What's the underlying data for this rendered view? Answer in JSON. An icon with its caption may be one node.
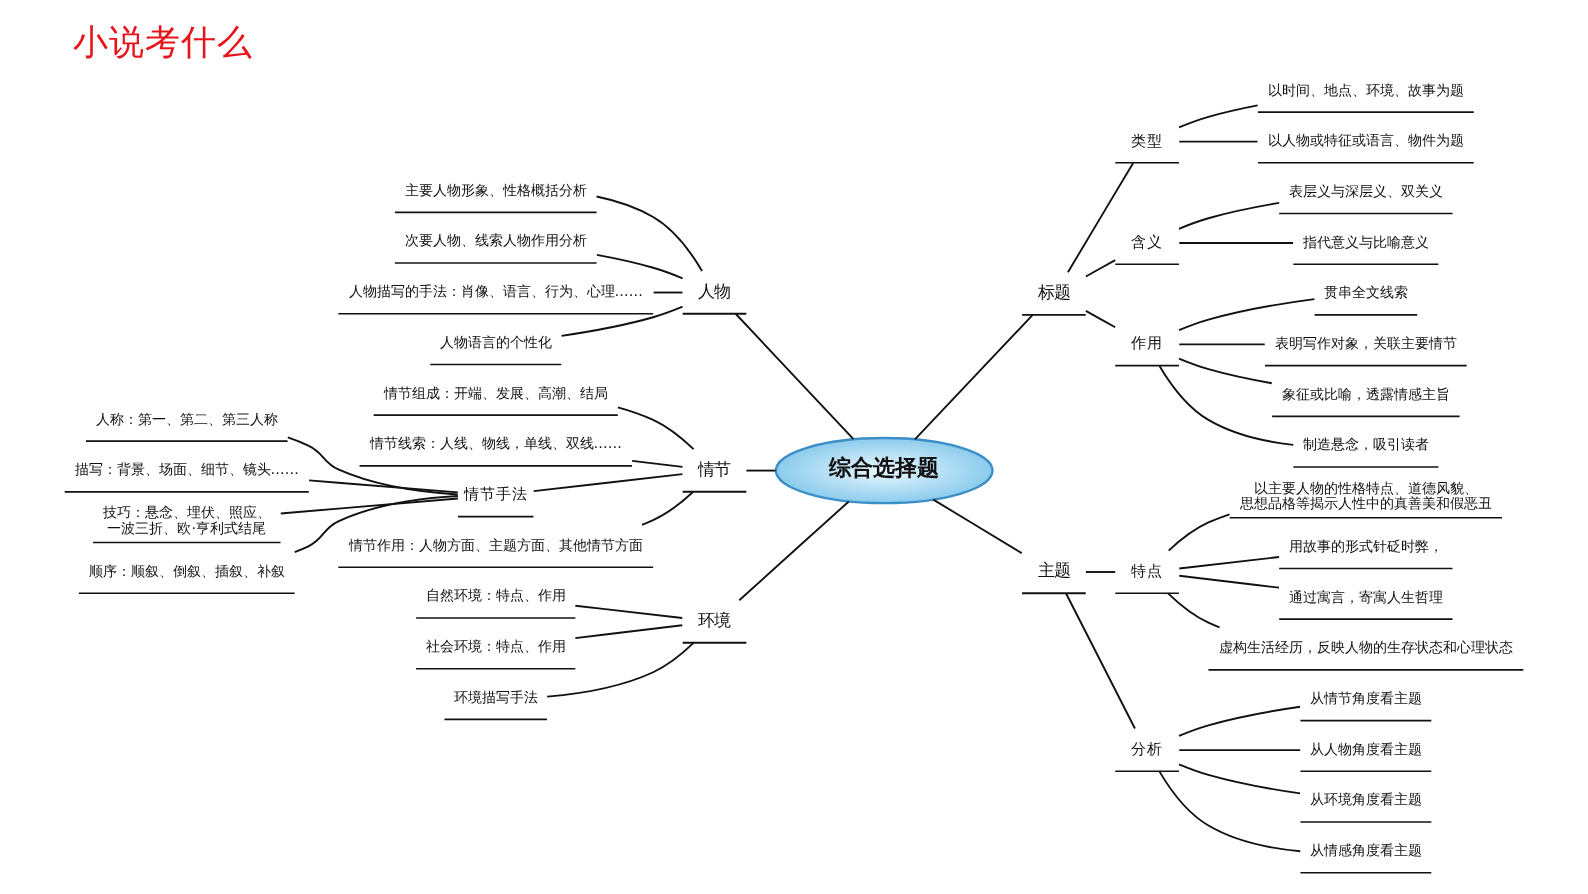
{
  "diagram": {
    "title": "小说考什么",
    "nodes": [
      {
        "text": [
          "综合选择题"
        ]
      },
      {
        "text": [
          "人物"
        ]
      },
      {
        "text": [
          "主要人物形象、性格概括分析"
        ]
      },
      {
        "text": [
          "次要人物、线索人物作用分析"
        ]
      },
      {
        "text": [
          "人物描写的手法：肖像、语言、行为、心理……"
        ]
      },
      {
        "text": [
          "人物语言的个性化"
        ]
      },
      {
        "text": [
          "情节"
        ]
      },
      {
        "text": [
          "情节组成：开端、发展、高潮、结局"
        ]
      },
      {
        "text": [
          "情节线索：人线、物线，单线、双线……"
        ]
      },
      {
        "text": [
          "情节手法"
        ]
      },
      {
        "text": [
          "人称：第一、第二、第三人称"
        ]
      },
      {
        "text": [
          "描写：背景、场面、细节、镜头……"
        ]
      },
      {
        "text": [
          "技巧：悬念、埋伏、照应、一波三折、欧·亨利式结尾"
        ]
      },
      {
        "text": [
          "顺序：顺叙、倒叙、插叙、补叙"
        ]
      },
      {
        "text": [
          "情节作用：人物方面、主题方面、其他情节方面"
        ]
      },
      {
        "text": [
          "环境"
        ]
      },
      {
        "text": [
          "自然环境：特点、作用"
        ]
      },
      {
        "text": [
          "社会环境：特点、作用"
        ]
      },
      {
        "text": [
          "环境描写手法"
        ]
      },
      {
        "text": [
          "标题"
        ]
      },
      {
        "text": [
          "类型"
        ]
      },
      {
        "text": [
          "以时间、地点、环境、故事为题"
        ]
      },
      {
        "text": [
          "以人物或特征或语言、物件为题"
        ]
      },
      {
        "text": [
          "含义"
        ]
      },
      {
        "text": [
          "表层义与深层义、双关义"
        ]
      },
      {
        "text": [
          "指代意义与比喻意义"
        ]
      },
      {
        "text": [
          "作用"
        ]
      },
      {
        "text": [
          "贯串全文线索"
        ]
      },
      {
        "text": [
          "表明写作对象，关联主要情节"
        ]
      },
      {
        "text": [
          "象征或比喻，透露情感主旨"
        ]
      },
      {
        "text": [
          "制造悬念，吸引读者"
        ]
      },
      {
        "text": [
          "主题"
        ]
      },
      {
        "text": [
          "特点"
        ]
      },
      {
        "text": [
          "以主要人物的性格特点、道德风貌、思想品格等揭示人性中的真善美和假恶丑"
        ]
      },
      {
        "text": [
          "用故事的形式针砭时弊，"
        ]
      },
      {
        "text": [
          "通过寓言，寄寓人生哲理"
        ]
      },
      {
        "text": [
          "虚构生活经历，反映人物的生存状态和心理状态"
        ]
      },
      {
        "text": [
          "分析"
        ]
      },
      {
        "text": [
          "从情节角度看主题"
        ]
      },
      {
        "text": [
          "从人物角度看主题"
        ]
      },
      {
        "text": [
          "从环境角度看主题"
        ]
      },
      {
        "text": [
          "从情感角度看主题"
        ]
      }
    ],
    "edges": [
      {
        "from": 1,
        "to": 0,
        "arrow": "none"
      },
      {
        "from": 2,
        "to": 1,
        "arrow": "none"
      },
      {
        "from": 3,
        "to": 1,
        "arrow": "none"
      },
      {
        "from": 4,
        "to": 1,
        "arrow": "none"
      },
      {
        "from": 5,
        "to": 1,
        "arrow": "none"
      },
      {
        "from": 6,
        "to": 0,
        "arrow": "none"
      },
      {
        "from": 7,
        "to": 6,
        "arrow": "none"
      },
      {
        "from": 8,
        "to": 6,
        "arrow": "none"
      },
      {
        "from": 9,
        "to": 6,
        "arrow": "none"
      },
      {
        "from": 10,
        "to": 9,
        "arrow": "none"
      },
      {
        "from": 11,
        "to": 9,
        "arrow": "none"
      },
      {
        "from": 12,
        "to": 9,
        "arrow": "none"
      },
      {
        "from": 13,
        "to": 9,
        "arrow": "none"
      },
      {
        "from": 14,
        "to": 6,
        "arrow": "none"
      },
      {
        "from": 15,
        "to": 0,
        "arrow": "none"
      },
      {
        "from": 16,
        "to": 15,
        "arrow": "none"
      },
      {
        "from": 17,
        "to": 15,
        "arrow": "none"
      },
      {
        "from": 18,
        "to": 15,
        "arrow": "none"
      },
      {
        "from": 0,
        "to": 19,
        "arrow": "none"
      },
      {
        "from": 19,
        "to": 20,
        "arrow": "none"
      },
      {
        "from": 20,
        "to": 21,
        "arrow": "none"
      },
      {
        "from": 20,
        "to": 22,
        "arrow": "none"
      },
      {
        "from": 19,
        "to": 23,
        "arrow": "none"
      },
      {
        "from": 23,
        "to": 24,
        "arrow": "none"
      },
      {
        "from": 23,
        "to": 25,
        "arrow": "none"
      },
      {
        "from": 19,
        "to": 26,
        "arrow": "none"
      },
      {
        "from": 26,
        "to": 27,
        "arrow": "none"
      },
      {
        "from": 26,
        "to": 28,
        "arrow": "none"
      },
      {
        "from": 26,
        "to": 29,
        "arrow": "none"
      },
      {
        "from": 26,
        "to": 30,
        "arrow": "none"
      },
      {
        "from": 0,
        "to": 31,
        "arrow": "none"
      },
      {
        "from": 31,
        "to": 32,
        "arrow": "none"
      },
      {
        "from": 32,
        "to": 33,
        "arrow": "none"
      },
      {
        "from": 32,
        "to": 34,
        "arrow": "none"
      },
      {
        "from": 32,
        "to": 35,
        "arrow": "none"
      },
      {
        "from": 32,
        "to": 36,
        "arrow": "none"
      },
      {
        "from": 31,
        "to": 37,
        "arrow": "none"
      },
      {
        "from": 37,
        "to": 38,
        "arrow": "none"
      },
      {
        "from": 37,
        "to": 39,
        "arrow": "none"
      },
      {
        "from": 37,
        "to": 40,
        "arrow": "none"
      },
      {
        "from": 37,
        "to": 41,
        "arrow": "none"
      }
    ]
  }
}
